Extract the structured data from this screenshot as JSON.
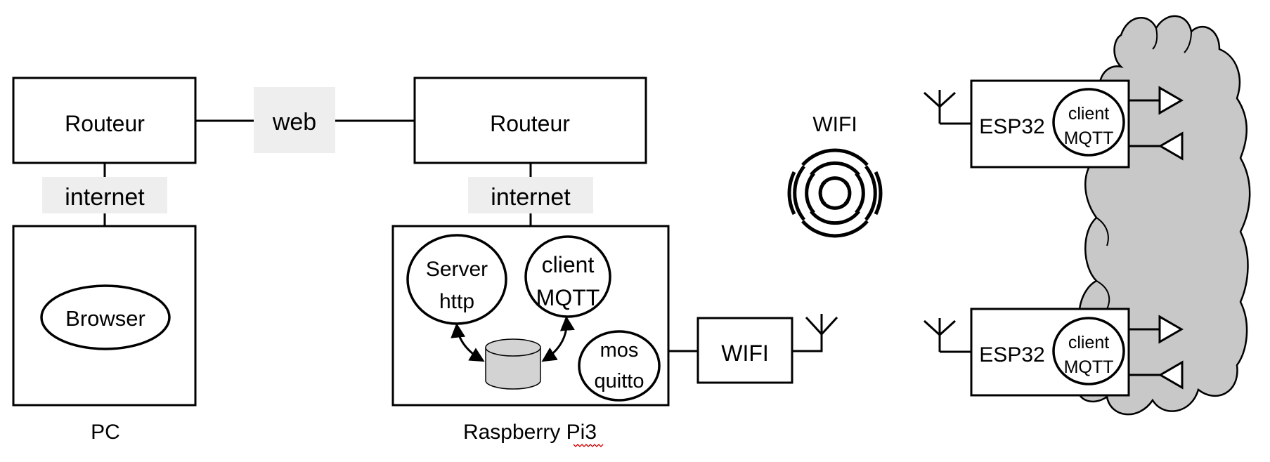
{
  "colors": {
    "line": "#000000",
    "label_background": "#eeeeee",
    "cloud_fill": "#c8c8c8",
    "database_fill": "#d3d3d3"
  },
  "left_site": {
    "router": "Routeur",
    "link_label": "internet",
    "pc_browser": "Browser",
    "caption": "PC"
  },
  "web_link_label": "web",
  "right_site": {
    "router": "Routeur",
    "link_label": "internet",
    "server_http_line1": "Server",
    "server_http_line2": "http",
    "client_mqtt_line1": "client",
    "client_mqtt_line2": "MQTT",
    "mosquitto_line1": "mos",
    "mosquitto_line2": "quitto",
    "database_icon": "database-icon",
    "caption": "Raspberry Pi3",
    "wifi_module": "WIFI"
  },
  "wireless": {
    "label": "WIFI",
    "icon": "wifi-signal-icon"
  },
  "devices": [
    {
      "name": "ESP32",
      "client_line1": "client",
      "client_line2": "MQTT"
    },
    {
      "name": "ESP32",
      "client_line1": "client",
      "client_line2": "MQTT"
    }
  ],
  "cloud_icon": "cloud-icon",
  "antenna_icon": "antenna-icon"
}
